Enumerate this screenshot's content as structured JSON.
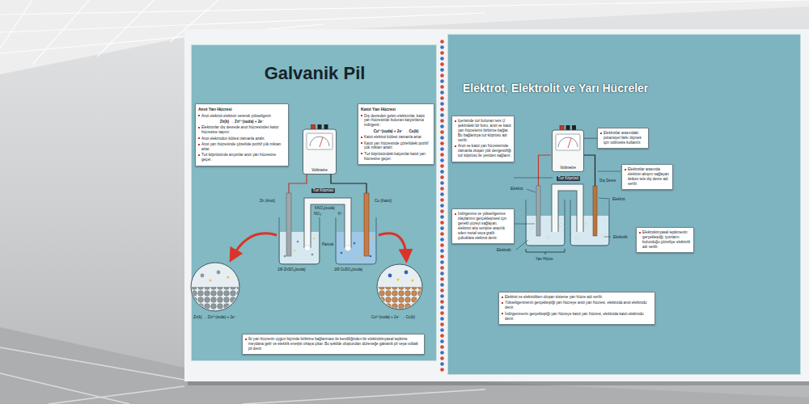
{
  "diagram": {
    "nodes": [
      {
        "text": [
          "Galvanik Pil"
        ]
      },
      {
        "text": [
          "Anot Yarı Hücresi",
          "Anot elektrot elektron vererek yükseltgenir.",
          "Zn(k) → Zn²⁺(suda) + 2e⁻",
          "Elektronlar dış devrede anot hücresinden katot hücresine taşınır.",
          "Anot elektrodun kütlesi zamanla azalır.",
          "Anot yarı hücresinde çözeltide pozitif yük miktarı artar.",
          "Tuz köprüsünde anyonlar anot yarı hücresine geçer."
        ],
        "in": 0
      },
      {
        "text": [
          "Katot Yarı Hücresi",
          "Dış devreden gelen elektronlar, katot yarı hücresinde bulunan katyonlarca indirgenir.",
          "Cu²⁺(suda) + 2e⁻ → Cu(k)",
          "Katot elektrot kütlesi zamanla artar.",
          "Katot yarı hücresinde çözeltideki pozitif yük miktarı azalır.",
          "Tuz köprüsündeki katyonlar katot yarı hücresine geçer."
        ],
        "in": 0
      },
      {
        "text": [
          "Voltmetre"
        ],
        "in": 0
      },
      {
        "text": [
          "İki yarı hücrenin uygun biçimde birbirine bağlanması ile kendiliğinden bir elektrokimyasal tepkime meydana gelir ve elektrik enerjisi ortaya çıkar. Bu şekilde oluşturulan düzeneğe galvanik pil veya voltaik pil denir."
        ],
        "in": 0
      },
      {
        "text": [
          "Elektrot, Elektrolit ve Yarı Hücreler"
        ]
      },
      {
        "text": [
          "İçerisinde tuz bulunan ters U şeklindeki bir boru, anot ve katot yarı hücrelerini birbirine bağlar. Bu bağlantıya tuz köprüsü adı verilir.",
          "Anot ve katot yarı hücrelerinde zamanla oluşan yük dengesizliği tuz köprüsü ile yeniden sağlanır."
        ],
        "in": 5
      },
      {
        "text": [
          "Elektrotlar arasındaki potansiyel farkı ölçmek için voltmetre kullanılır."
        ],
        "in": 5
      },
      {
        "text": [
          "Voltmetre"
        ],
        "in": 5
      },
      {
        "text": [
          "Elektrotlar arasında elektron akışını sağlayan iletken tele dış devre adı verilir."
        ],
        "in": 5
      },
      {
        "text": [
          "İndirgenme ve yükseltgenme olaylarının gerçekleşmesi için gerekli yüzeyi sağlayan, elektron alış verişine aracılık eden metal veya grafit çubuklara elektrot denir."
        ],
        "in": 5
      },
      {
        "text": [
          "Elektrokimyasal tepkimenin gerçekleştiği, iyonların bulunduğu çözeltiye elektrolit adı verilir."
        ],
        "in": 5
      },
      {
        "text": [
          "Elektrot ve elektrolitten oluşan sisteme yarı hücre adı verilir.",
          "Yükseltgenmenin gerçekleştiği yarı hücreye anot yarı hücresi, elektroda anot elektrodu denir.",
          "İndirgenmenin gerçekleştiği yarı hücreye katot yarı hücresi, elektroda katot elektrodu denir."
        ],
        "in": 5
      }
    ],
    "edges": [
      {
        "from": 7,
        "to": 8,
        "arrow": "none"
      }
    ],
    "labels": [
      "Zn (Anot)",
      "Cu (Katot)",
      "Tuz Köprüsü",
      "KNO₃(suda)",
      "NO₃⁻",
      "K⁺",
      "Pamuk",
      "1M ZnSO₄(suda)",
      "1M CuSO₄(suda)",
      "Zn(k) → Zn²⁺(suda) + 2e⁻",
      "Cu²⁺(suda) + 2e⁻ → Cu(k)",
      "Tuz Köprüsü",
      "Dış Devre",
      "Elektrot",
      "Elektrot",
      "Elektrolit",
      "Elektrolit",
      "Yarı Hücre"
    ]
  }
}
